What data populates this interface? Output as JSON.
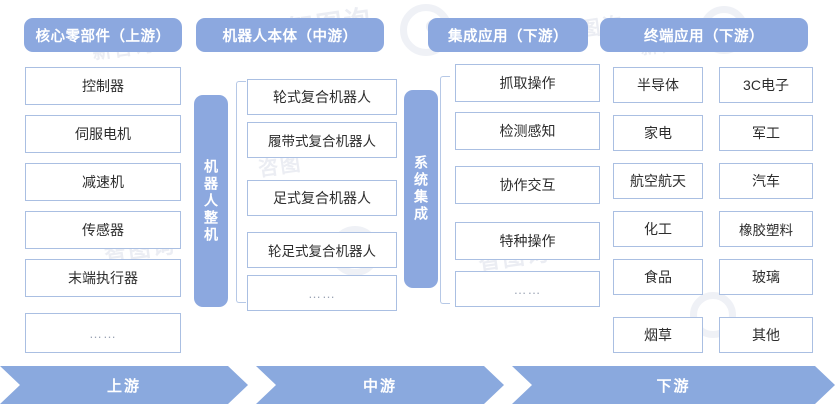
{
  "headers": [
    {
      "label": "核心零部件（上游）"
    },
    {
      "label": "机器人本体（中游）"
    },
    {
      "label": "集成应用（下游）"
    },
    {
      "label": "终端应用（下游）"
    }
  ],
  "columns": {
    "upstream": {
      "title": "核心零部件（上游）",
      "items": [
        "控制器",
        "伺服电机",
        "减速机",
        "传感器",
        "末端执行器",
        "……"
      ]
    },
    "midstream": {
      "title": "机器人本体（中游）",
      "vertical_label": "机器人整机",
      "items": [
        "轮式复合机器人",
        "履带式复合机器人",
        "足式复合机器人",
        "轮足式复合机器人",
        "……"
      ]
    },
    "integration": {
      "title": "集成应用（下游）",
      "vertical_label": "系统集成",
      "items": [
        "抓取操作",
        "检测感知",
        "协作交互",
        "特种操作",
        "……"
      ]
    },
    "terminal": {
      "title": "终端应用（下游）",
      "left_items": [
        "半导体",
        "家电",
        "航空航天",
        "化工",
        "食品",
        "烟草"
      ],
      "right_items": [
        "3C电子",
        "军工",
        "汽车",
        "橡胶塑料",
        "玻璃",
        "其他"
      ]
    }
  },
  "banner": {
    "segments": [
      {
        "label": "上游"
      },
      {
        "label": "中游"
      },
      {
        "label": "下游"
      }
    ]
  },
  "colors": {
    "header_blue": "#8ca8df",
    "banner_blue": "#8aa9de",
    "box_border": "#aabfe2",
    "bracket": "#b6c8e6",
    "text": "#2d2d2d",
    "dots_text": "#9aa3b4",
    "background": "#ffffff"
  }
}
